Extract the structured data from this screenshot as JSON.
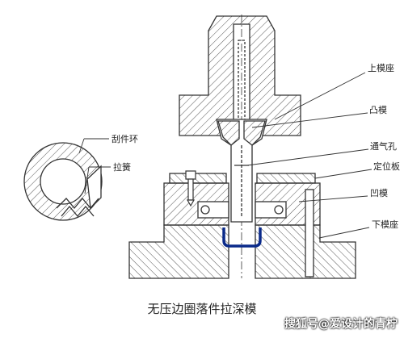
{
  "labels": {
    "upper_die_seat": "上模座",
    "punch": "凸模",
    "vent_hole": "通气孔",
    "locating_plate": "定位板",
    "die": "凹模",
    "lower_die_seat": "下模座",
    "scraper_ring": "刮件环",
    "tension_spring": "拉簧"
  },
  "caption": "无压边圈落件拉深模",
  "watermark": "搜狐号@爱设计的青柠",
  "colors": {
    "line": "#333333",
    "hatch": "#555555",
    "part": "#0a2a8a"
  }
}
